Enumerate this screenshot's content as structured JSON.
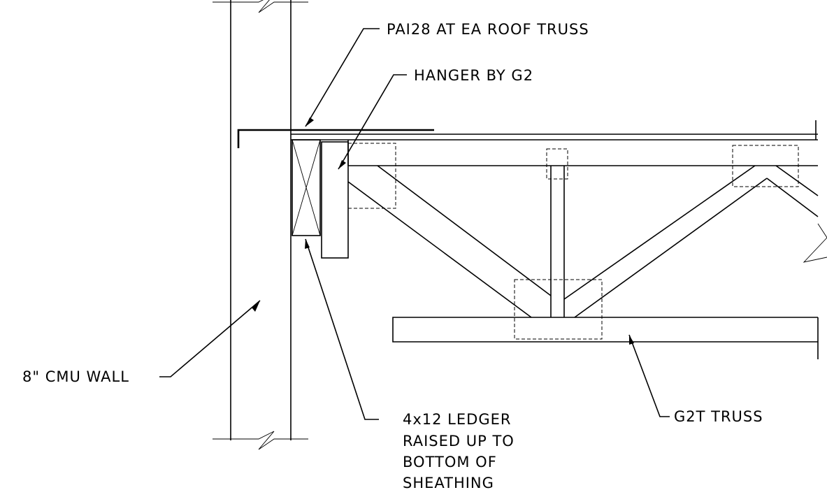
{
  "labels": {
    "pai28": "PAI28 AT EA ROOF TRUSS",
    "hanger": "HANGER BY G2",
    "cmu_wall": "8\" CMU WALL",
    "ledger": [
      "4x12 LEDGER",
      "RAISED UP TO",
      "BOTTOM OF",
      "SHEATHING"
    ],
    "truss": "G2T TRUSS"
  }
}
